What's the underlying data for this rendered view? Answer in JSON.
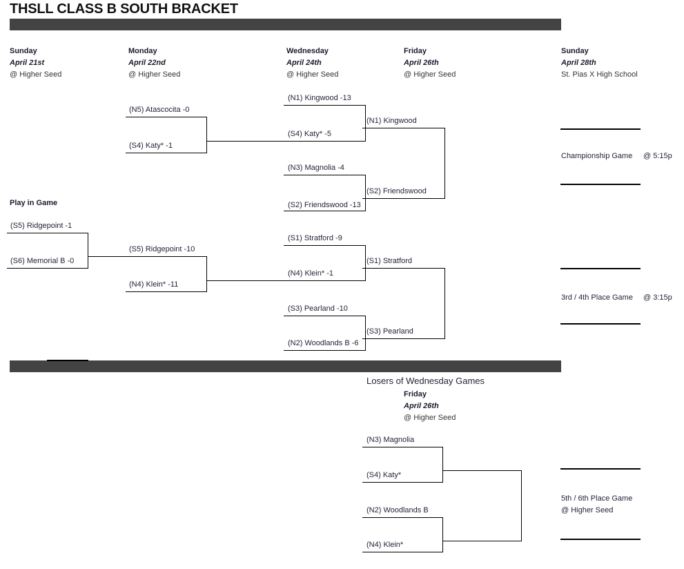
{
  "title": "THSLL CLASS B SOUTH BRACKET",
  "colors": {
    "bar": "#434343",
    "line": "#000000",
    "text": "#232339"
  },
  "columns": [
    {
      "day": "Sunday",
      "date": "April 21st",
      "location": "@ Higher Seed"
    },
    {
      "day": "Monday",
      "date": "April 22nd",
      "location": "@ Higher Seed"
    },
    {
      "day": "Wednesday",
      "date": "April 24th",
      "location": "@ Higher Seed"
    },
    {
      "day": "Friday",
      "date": "April 26th",
      "location": "@ Higher Seed"
    },
    {
      "day": "Sunday",
      "date": "April 28th",
      "location": "St. Pias X High School"
    }
  ],
  "play_in": {
    "label": "Play in Game",
    "teams": [
      "(S5) Ridgepoint -1",
      "(S6) Memorial B -0"
    ]
  },
  "monday": {
    "upper": [
      "(N5) Atascocita -0",
      "(S4) Katy* -1"
    ],
    "lower": [
      "(S5) Ridgepoint -10",
      "(N4) Klein* -11"
    ]
  },
  "wednesday": {
    "game1": [
      "(N1) Kingwood -13",
      "(S4) Katy* -5"
    ],
    "game2": [
      "(N3) Magnolia -4",
      "(S2) Friendswood -13"
    ],
    "game3": [
      "(S1) Stratford -9",
      "(N4) Klein* -1"
    ],
    "game4": [
      "(S3) Pearland -10",
      "(N2) Woodlands B -6"
    ]
  },
  "friday": {
    "upper": [
      "(N1) Kingwood",
      "(S2) Friendswood"
    ],
    "lower": [
      "(S1) Stratford",
      "(S3) Pearland"
    ]
  },
  "finals": {
    "championship": {
      "name": "Championship Game",
      "time": "@ 5:15p"
    },
    "third_place": {
      "name": "3rd / 4th Place Game",
      "time": "@ 3:15p"
    }
  },
  "consolation": {
    "heading": "Losers of Wednesday Games",
    "day": "Friday",
    "date": "April 26th",
    "location": "@ Higher Seed",
    "game1": [
      "(N3) Magnolia",
      "(S4) Katy*"
    ],
    "game2": [
      "(N2) Woodlands B",
      "(N4) Klein*"
    ],
    "fifth_place": {
      "name": "5th / 6th Place Game",
      "location": "@ Higher Seed"
    }
  }
}
